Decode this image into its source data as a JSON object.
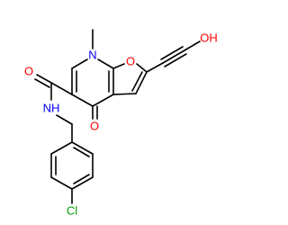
{
  "colors": {
    "carbon_bond": "#000000",
    "oxygen": "#ff0000",
    "nitrogen": "#0000ff",
    "chlorine": "#00a000",
    "background": "#ffffff"
  },
  "atoms": {
    "n_ring": "N",
    "o_furan": "O",
    "o_hydroxyl": "OH",
    "o_ketone": "O",
    "o_amide": "O",
    "nh_amide": "NH",
    "cl": "Cl"
  }
}
